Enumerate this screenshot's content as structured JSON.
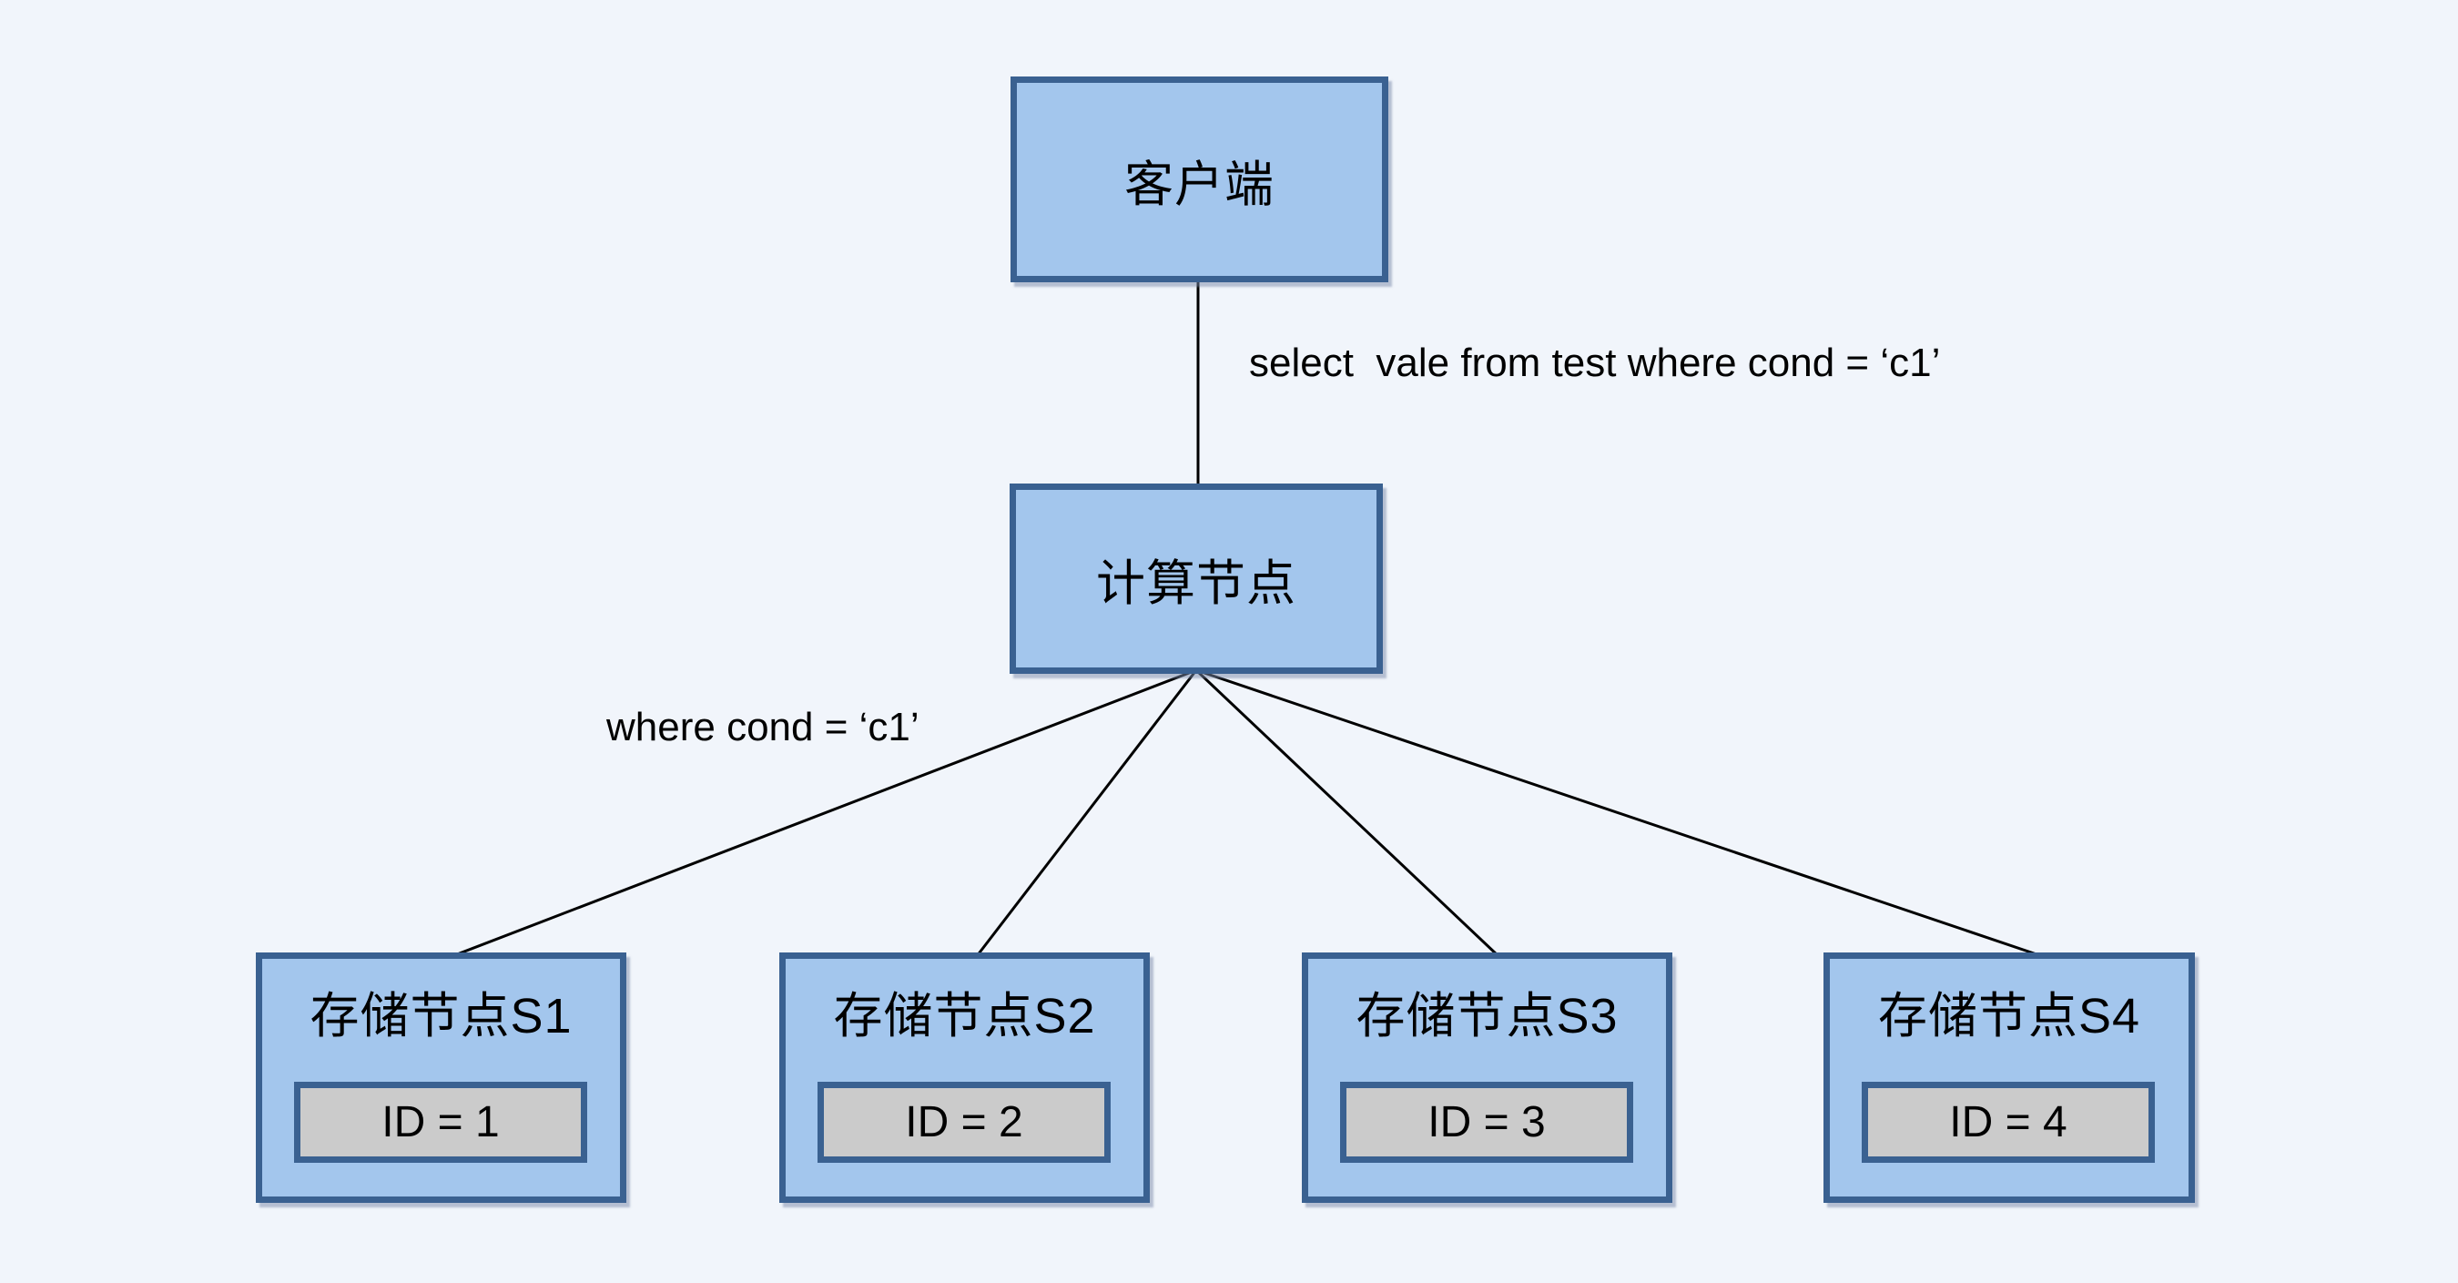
{
  "diagram": {
    "colors": {
      "background": "#f1f5fb",
      "node_fill": "#a3c6ed",
      "node_border": "#3a6191",
      "id_box_fill": "#cbcbcb",
      "line": "#000000"
    },
    "nodes": {
      "client": {
        "label": "客户端"
      },
      "compute": {
        "label": "计算节点"
      },
      "storage": [
        {
          "label": "存储节点S1",
          "id_label": "ID = 1"
        },
        {
          "label": "存储节点S2",
          "id_label": "ID = 2"
        },
        {
          "label": "存储节点S3",
          "id_label": "ID = 3"
        },
        {
          "label": "存储节点S4",
          "id_label": "ID = 4"
        }
      ]
    },
    "edges": [
      {
        "from": "client",
        "to": "compute",
        "label": "select  vale from test where cond = ‘c1’"
      },
      {
        "from": "compute",
        "to": "storage",
        "label": "where cond = ‘c1’"
      }
    ]
  }
}
